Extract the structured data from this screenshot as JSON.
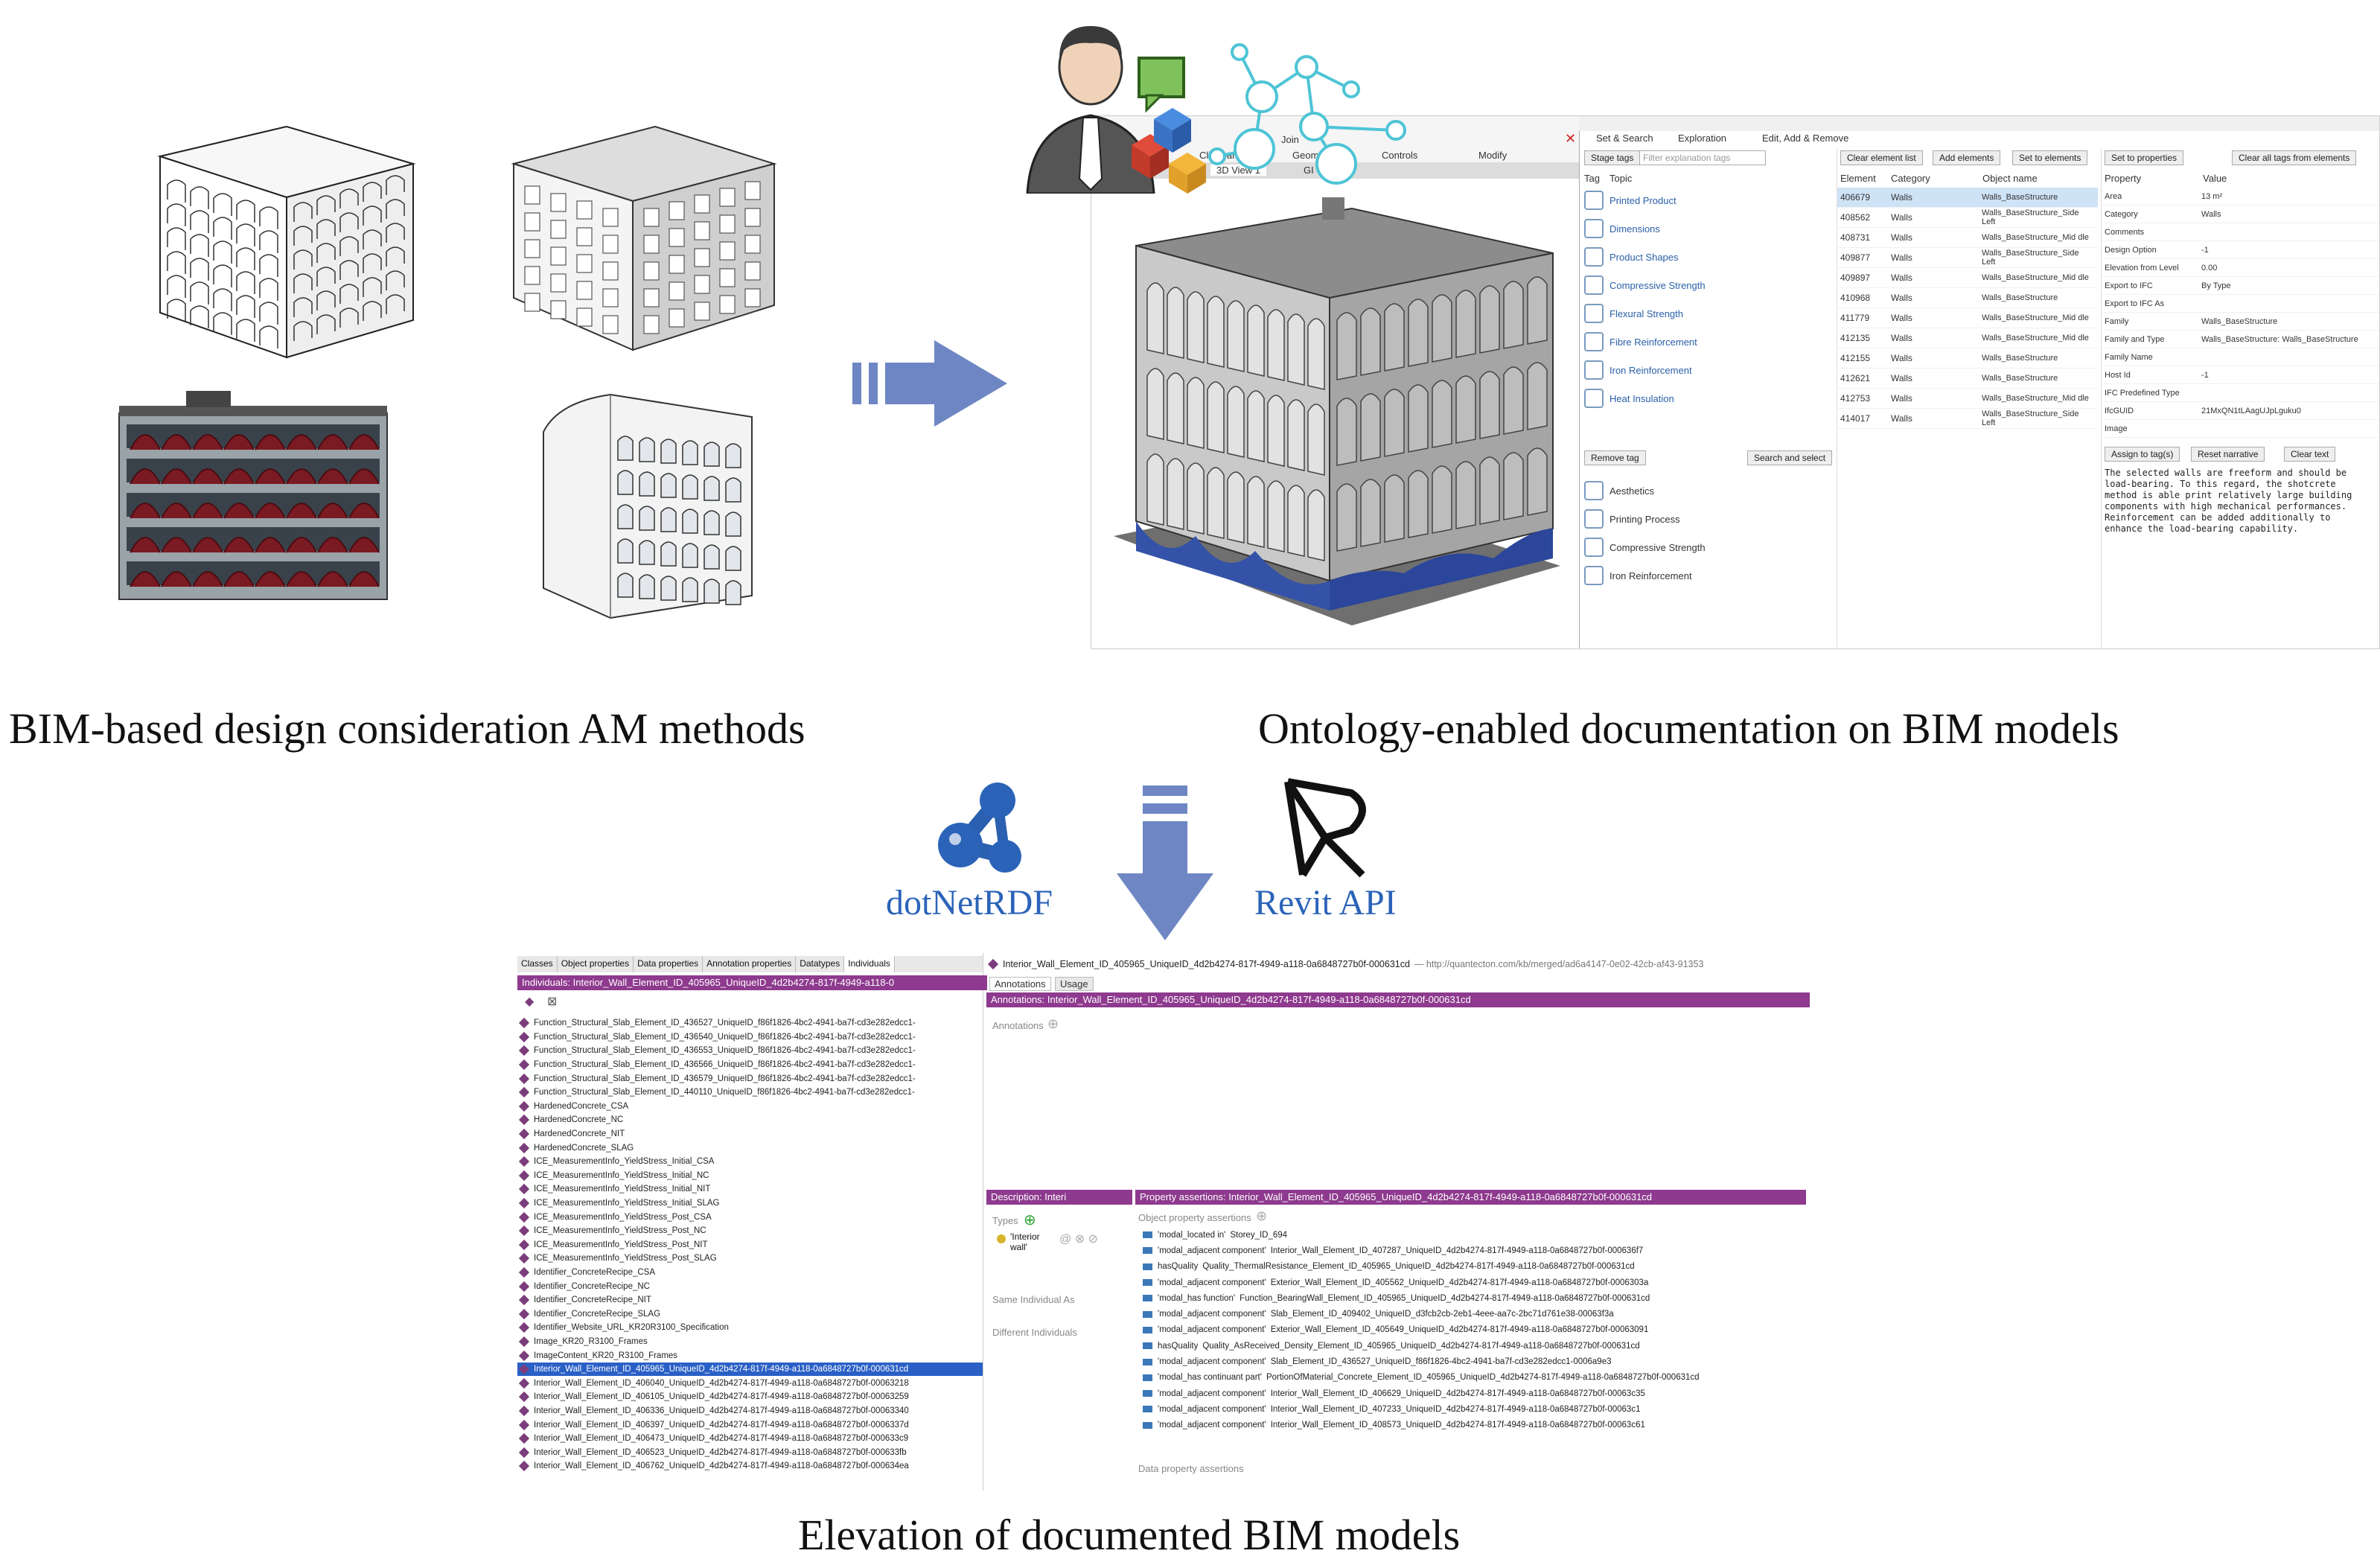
{
  "captions": {
    "top_left": "BIM-based design consideration AM methods",
    "top_right": "Ontology-enabled documentation on BIM models",
    "bottom": "Elevation of documented BIM models"
  },
  "tools": {
    "dotnetrdf": "dotNetRDF",
    "revit_api": "Revit API"
  },
  "colors": {
    "arrow": "#6e87c4",
    "tool_text": "#2b63b8",
    "protege_header": "#8e3a8e",
    "selection": "#2a60c6",
    "building_base": "#3452a8"
  },
  "revit_toolbar": {
    "tab_join": "Join",
    "tab_clipboard": "Clipboard",
    "tab_geometry": "Geometry",
    "tab_controls": "Controls",
    "tab_modify": "Modify",
    "view_label": "3D View 1",
    "view_tab2": "GI"
  },
  "addin": {
    "tabs": [
      "Set & Search",
      "Exploration",
      "Edit, Add & Remove"
    ],
    "stage_tags_btn": "Stage tags",
    "filter_placeholder": "Filter explanation tags",
    "tag_header": "Tag",
    "topic_header": "Topic",
    "tags": [
      "Printed Product",
      "Dimensions",
      "Product Shapes",
      "Compressive Strength",
      "Flexural Strength",
      "Fibre Reinforcement",
      "Iron Reinforcement",
      "Heat Insulation"
    ],
    "remove_tag_btn": "Remove tag",
    "search_select_btn": "Search and select",
    "staged_tags": [
      "Aesthetics",
      "Printing Process",
      "Compressive Strength",
      "Iron Reinforcement"
    ],
    "element_buttons": [
      "Clear element list",
      "Add elements",
      "Set to elements"
    ],
    "element_columns": [
      "Element",
      "Category",
      "Object name"
    ],
    "elements": [
      {
        "id": "406679",
        "category": "Walls",
        "name": "Walls_BaseStructure"
      },
      {
        "id": "408562",
        "category": "Walls",
        "name": "Walls_BaseStructure_Side Left"
      },
      {
        "id": "408731",
        "category": "Walls",
        "name": "Walls_BaseStructure_Mid dle"
      },
      {
        "id": "409877",
        "category": "Walls",
        "name": "Walls_BaseStructure_Side Left"
      },
      {
        "id": "409897",
        "category": "Walls",
        "name": "Walls_BaseStructure_Mid dle"
      },
      {
        "id": "410968",
        "category": "Walls",
        "name": "Walls_BaseStructure"
      },
      {
        "id": "411779",
        "category": "Walls",
        "name": "Walls_BaseStructure_Mid dle"
      },
      {
        "id": "412135",
        "category": "Walls",
        "name": "Walls_BaseStructure_Mid dle"
      },
      {
        "id": "412155",
        "category": "Walls",
        "name": "Walls_BaseStructure"
      },
      {
        "id": "412621",
        "category": "Walls",
        "name": "Walls_BaseStructure"
      },
      {
        "id": "412753",
        "category": "Walls",
        "name": "Walls_BaseStructure_Mid dle"
      },
      {
        "id": "414017",
        "category": "Walls",
        "name": "Walls_BaseStructure_Side Left"
      }
    ],
    "property_buttons": [
      "Set to properties",
      "Clear all tags from elements"
    ],
    "property_columns": [
      "Property",
      "Value"
    ],
    "properties": [
      {
        "p": "Area",
        "v": "13 m²"
      },
      {
        "p": "Category",
        "v": "Walls"
      },
      {
        "p": "Comments",
        "v": ""
      },
      {
        "p": "Design Option",
        "v": "-1"
      },
      {
        "p": "Elevation from Level",
        "v": "0.00"
      },
      {
        "p": "Export to IFC",
        "v": "By Type"
      },
      {
        "p": "Export to IFC As",
        "v": ""
      },
      {
        "p": "Family",
        "v": "Walls_BaseStructure"
      },
      {
        "p": "Family and Type",
        "v": "Walls_BaseStructure: Walls_BaseStructure"
      },
      {
        "p": "Family Name",
        "v": ""
      },
      {
        "p": "Host Id",
        "v": "-1"
      },
      {
        "p": "IFC Predefined Type",
        "v": ""
      },
      {
        "p": "IfcGUID",
        "v": "21MxQN1tLAagUJpLguku0"
      },
      {
        "p": "Image",
        "v": ""
      }
    ],
    "bottom_buttons": [
      "Assign to tag(s)",
      "Reset narrative",
      "Clear text"
    ],
    "narrative": "The selected walls are freeform and should be load-bearing. To this regard, the shotcrete method is able print relatively large building components with high mechanical performances.  Reinforcement can be added additionally to enhance the load-bearing capability."
  },
  "protege": {
    "tabs": [
      "Classes",
      "Object properties",
      "Data properties",
      "Annotation properties",
      "Datatypes",
      "Individuals"
    ],
    "individuals_header": "Individuals: Interior_Wall_Element_ID_405965_UniqueID_4d2b4274-817f-4949-a118-0",
    "individuals": [
      "Function_Structural_Slab_Element_ID_436527_UniqueID_f86f1826-4bc2-4941-ba7f-cd3e282edcc1-",
      "Function_Structural_Slab_Element_ID_436540_UniqueID_f86f1826-4bc2-4941-ba7f-cd3e282edcc1-",
      "Function_Structural_Slab_Element_ID_436553_UniqueID_f86f1826-4bc2-4941-ba7f-cd3e282edcc1-",
      "Function_Structural_Slab_Element_ID_436566_UniqueID_f86f1826-4bc2-4941-ba7f-cd3e282edcc1-",
      "Function_Structural_Slab_Element_ID_436579_UniqueID_f86f1826-4bc2-4941-ba7f-cd3e282edcc1-",
      "Function_Structural_Slab_Element_ID_440110_UniqueID_f86f1826-4bc2-4941-ba7f-cd3e282edcc1-",
      "HardenedConcrete_CSA",
      "HardenedConcrete_NC",
      "HardenedConcrete_NIT",
      "HardenedConcrete_SLAG",
      "ICE_MeasurementInfo_YieldStress_Initial_CSA",
      "ICE_MeasurementInfo_YieldStress_Initial_NC",
      "ICE_MeasurementInfo_YieldStress_Initial_NIT",
      "ICE_MeasurementInfo_YieldStress_Initial_SLAG",
      "ICE_MeasurementInfo_YieldStress_Post_CSA",
      "ICE_MeasurementInfo_YieldStress_Post_NC",
      "ICE_MeasurementInfo_YieldStress_Post_NIT",
      "ICE_MeasurementInfo_YieldStress_Post_SLAG",
      "Identifier_ConcreteRecipe_CSA",
      "Identifier_ConcreteRecipe_NC",
      "Identifier_ConcreteRecipe_NIT",
      "Identifier_ConcreteRecipe_SLAG",
      "Identifier_Website_URL_KR20R3100_Specification",
      "Image_KR20_R3100_Frames",
      "ImageContent_KR20_R3100_Frames",
      "Interior_Wall_Element_ID_405965_UniqueID_4d2b4274-817f-4949-a118-0a6848727b0f-000631cd",
      "Interior_Wall_Element_ID_406040_UniqueID_4d2b4274-817f-4949-a118-0a6848727b0f-00063218",
      "Interior_Wall_Element_ID_406105_UniqueID_4d2b4274-817f-4949-a118-0a6848727b0f-00063259",
      "Interior_Wall_Element_ID_406336_UniqueID_4d2b4274-817f-4949-a118-0a6848727b0f-00063340",
      "Interior_Wall_Element_ID_406397_UniqueID_4d2b4274-817f-4949-a118-0a6848727b0f-0006337d",
      "Interior_Wall_Element_ID_406473_UniqueID_4d2b4274-817f-4949-a118-0a6848727b0f-000633c9",
      "Interior_Wall_Element_ID_406523_UniqueID_4d2b4274-817f-4949-a118-0a6848727b0f-000633fb",
      "Interior_Wall_Element_ID_406762_UniqueID_4d2b4274-817f-4949-a118-0a6848727b0f-000634ea"
    ],
    "selected_index": 25,
    "title": "Interior_Wall_Element_ID_405965_UniqueID_4d2b4274-817f-4949-a118-0a6848727b0f-000631cd",
    "iri": "— http://quantecton.com/kb/merged/ad6a4147-0e02-42cb-af43-91353",
    "annotation_tabs": [
      "Annotations",
      "Usage"
    ],
    "annotations_header": "Annotations: Interior_Wall_Element_ID_405965_UniqueID_4d2b4274-817f-4949-a118-0a6848727b0f-000631cd",
    "annotations_label": "Annotations",
    "description_header": "Description: Interi",
    "types_label": "Types",
    "type_value": "'Interior wall'",
    "same_label": "Same Individual As",
    "different_label": "Different Individuals",
    "property_header": "Property assertions: Interior_Wall_Element_ID_405965_UniqueID_4d2b4274-817f-4949-a118-0a6848727b0f-000631cd",
    "object_assertions_label": "Object property assertions",
    "data_assertions_label": "Data property assertions",
    "assertions": [
      {
        "prop": "'modal_located in'",
        "val": "Storey_ID_694"
      },
      {
        "prop": "'modal_adjacent component'",
        "val": "Interior_Wall_Element_ID_407287_UniqueID_4d2b4274-817f-4949-a118-0a6848727b0f-000636f7"
      },
      {
        "prop": "hasQuality",
        "val": "Quality_ThermalResistance_Element_ID_405965_UniqueID_4d2b4274-817f-4949-a118-0a6848727b0f-000631cd"
      },
      {
        "prop": "'modal_adjacent component'",
        "val": "Exterior_Wall_Element_ID_405562_UniqueID_4d2b4274-817f-4949-a118-0a6848727b0f-0006303a"
      },
      {
        "prop": "'modal_has function'",
        "val": "Function_BearingWall_Element_ID_405965_UniqueID_4d2b4274-817f-4949-a118-0a6848727b0f-000631cd"
      },
      {
        "prop": "'modal_adjacent component'",
        "val": "Slab_Element_ID_409402_UniqueID_d3fcb2cb-2eb1-4eee-aa7c-2bc71d761e38-00063f3a"
      },
      {
        "prop": "'modal_adjacent component'",
        "val": "Exterior_Wall_Element_ID_405649_UniqueID_4d2b4274-817f-4949-a118-0a6848727b0f-00063091"
      },
      {
        "prop": "hasQuality",
        "val": "Quality_AsReceived_Density_Element_ID_405965_UniqueID_4d2b4274-817f-4949-a118-0a6848727b0f-000631cd"
      },
      {
        "prop": "'modal_adjacent component'",
        "val": "Slab_Element_ID_436527_UniqueID_f86f1826-4bc2-4941-ba7f-cd3e282edcc1-0006a9e3"
      },
      {
        "prop": "'modal_has continuant part'",
        "val": "PortionOfMaterial_Concrete_Element_ID_405965_UniqueID_4d2b4274-817f-4949-a118-0a6848727b0f-000631cd"
      },
      {
        "prop": "'modal_adjacent component'",
        "val": "Interior_Wall_Element_ID_406629_UniqueID_4d2b4274-817f-4949-a118-0a6848727b0f-00063c35"
      },
      {
        "prop": "'modal_adjacent component'",
        "val": "Interior_Wall_Element_ID_407233_UniqueID_4d2b4274-817f-4949-a118-0a6848727b0f-00063c1"
      },
      {
        "prop": "'modal_adjacent component'",
        "val": "Interior_Wall_Element_ID_408573_UniqueID_4d2b4274-817f-4949-a118-0a6848727b0f-00063c61"
      }
    ]
  }
}
